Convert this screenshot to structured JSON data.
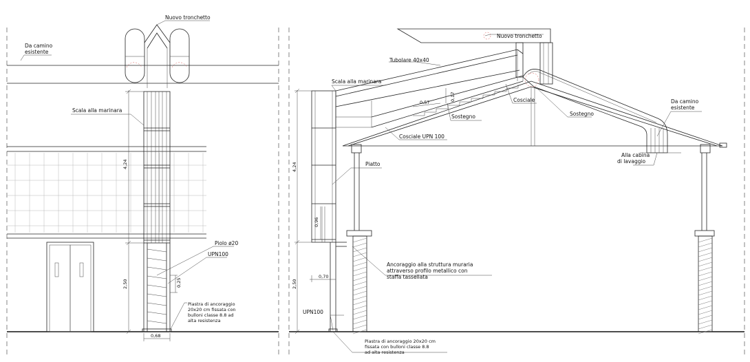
{
  "left_view": {
    "nuovo_tronchetto": "Nuovo tronchetto",
    "da_camino_1": "Da camino",
    "da_camino_2": "esistente",
    "scala": "Scala alla marinara",
    "piolo": "Piolo ø20",
    "upn": "UPN100",
    "piastra_1": "Piastra di ancoraggio",
    "piastra_2": "20x20 cm fissata con",
    "piastra_3": "bulloni classe 8.8 ad",
    "piastra_4": "alta resistenza",
    "dim_424": "4,24",
    "dim_250": "2,50",
    "dim_025": "0,25",
    "dim_068": "0,68"
  },
  "right_view": {
    "nuovo_tronchetto": "Nuovo tronchetto",
    "tubolare": "Tubolare 40x40",
    "scala": "Scala alla marinara",
    "cosciale": "Cosciale",
    "sostegno_1": "Sostegno",
    "sostegno_2": "Sostegno",
    "cosciale_upn": "Cosciale UPN 100",
    "da_camino_1": "Da camino",
    "da_camino_2": "esistente",
    "cabina_1": "Alla cabina",
    "cabina_2": "di lavaggio",
    "piatto": "Piatto",
    "ancoraggio_1": "Ancoraggio alla struttura muraria",
    "ancoraggio_2": "attraverso profilo metallico con",
    "ancoraggio_3": "staffa tassellata",
    "upn": "UPN100",
    "piastra_1": "Piastra di ancoraggio 20x20 cm",
    "piastra_2": "fissata con bulloni classe 8.8",
    "piastra_3": "ad alta resistenza",
    "dim_424": "4,24",
    "dim_250": "2,50",
    "dim_096": "0,96",
    "dim_070": "0,70",
    "dim_057": "0,57",
    "dim_017": "0,17"
  }
}
